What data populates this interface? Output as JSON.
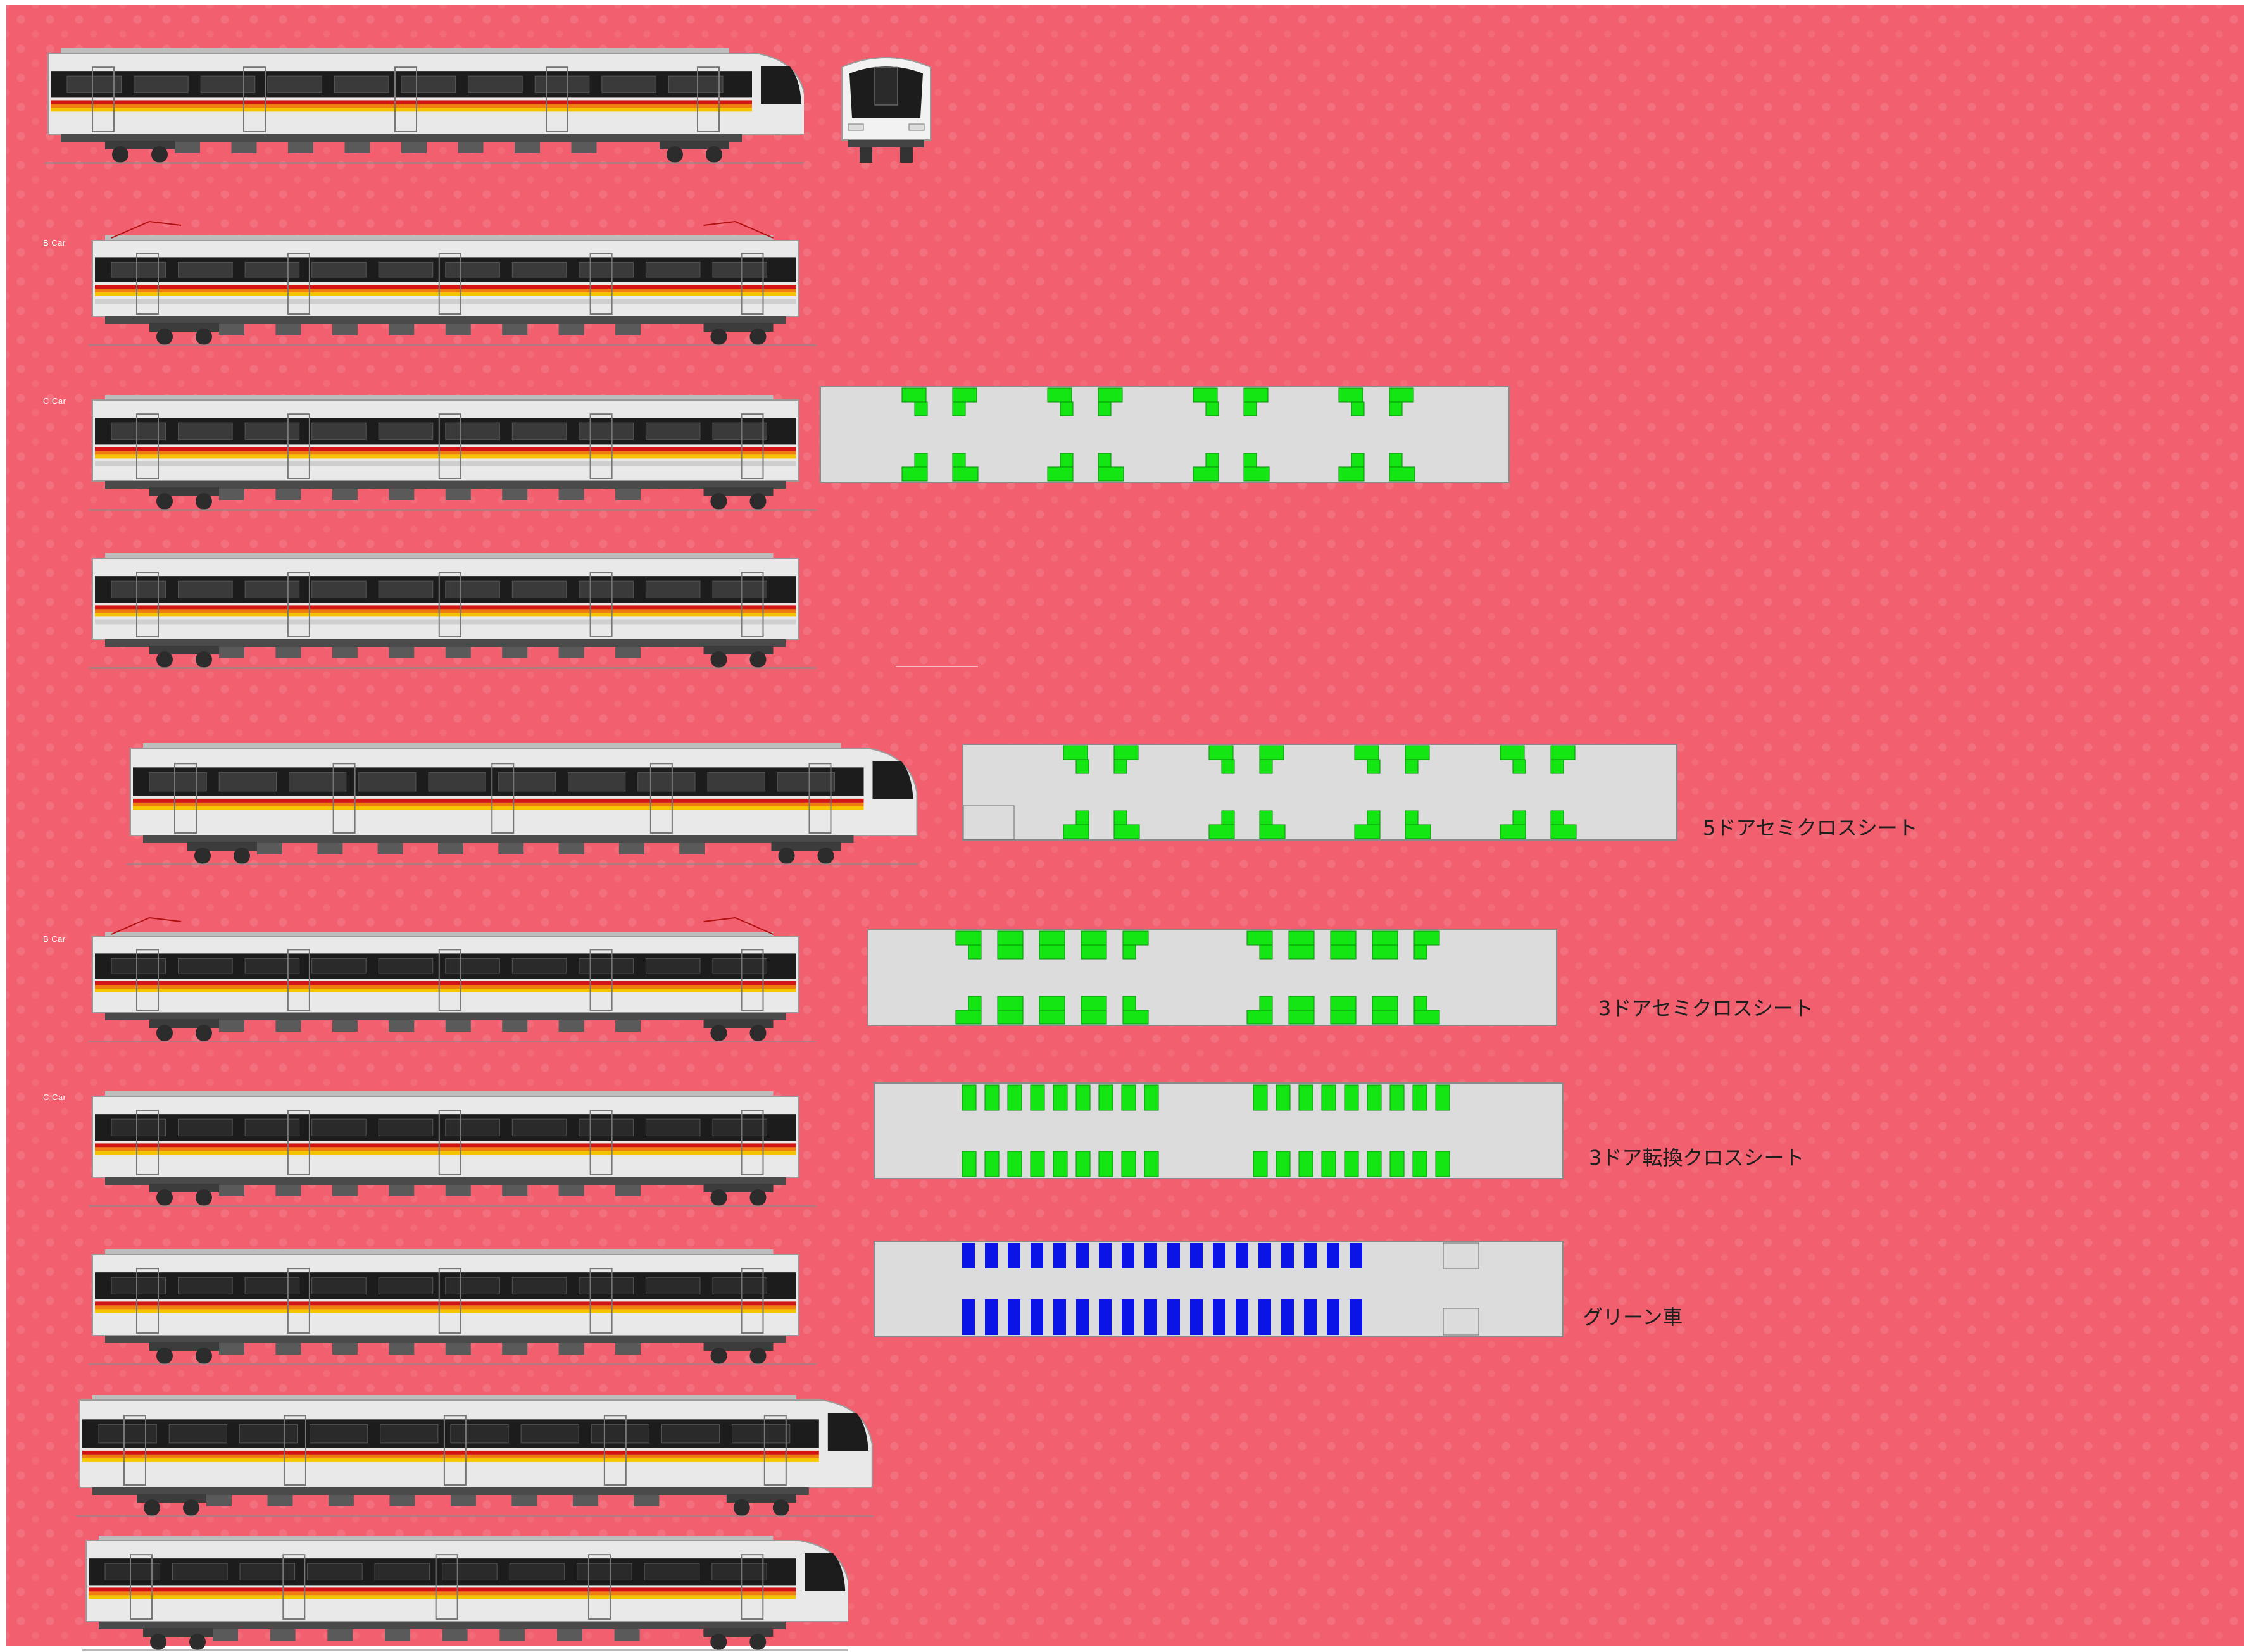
{
  "car_labels": {
    "b_car_1": "B Car",
    "c_car_1": "C Car",
    "b_car_2": "B Car",
    "c_car_2": "C Car"
  },
  "floor_plans": {
    "five_door_semi_cross": "5ドアセミクロスシート",
    "three_door_semi_cross": "3ドアセミクロスシート",
    "three_door_transverse_cross": "3ドア転換クロスシート",
    "green_car": "グリーン車"
  },
  "colors": {
    "background": "#f2606f",
    "car_body": "#e9e9e9",
    "window_band": "#1c1c1c",
    "stripe_red": "#d31414",
    "stripe_orange": "#f07d10",
    "stripe_yellow": "#f5c400",
    "seat_green": "#14e614",
    "seat_blue": "#0a14e6",
    "floor_grey": "#dcdcdc"
  }
}
